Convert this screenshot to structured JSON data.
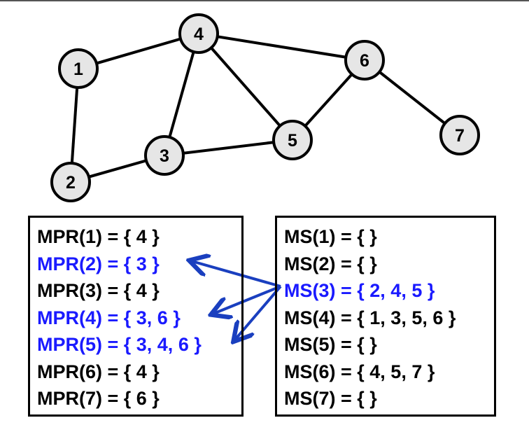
{
  "colors": {
    "node_fill": "#e6e6e6",
    "stroke": "#000000",
    "highlight_text": "#1a1aff",
    "arrow": "#1a3fbf"
  },
  "graph": {
    "nodes": [
      {
        "id": "1",
        "label": "1"
      },
      {
        "id": "2",
        "label": "2"
      },
      {
        "id": "3",
        "label": "3"
      },
      {
        "id": "4",
        "label": "4"
      },
      {
        "id": "5",
        "label": "5"
      },
      {
        "id": "6",
        "label": "6"
      },
      {
        "id": "7",
        "label": "7"
      }
    ],
    "edges": [
      [
        "1",
        "4"
      ],
      [
        "1",
        "2"
      ],
      [
        "2",
        "3"
      ],
      [
        "3",
        "4"
      ],
      [
        "3",
        "5"
      ],
      [
        "4",
        "5"
      ],
      [
        "4",
        "6"
      ],
      [
        "5",
        "6"
      ],
      [
        "6",
        "7"
      ]
    ]
  },
  "mpr_box": {
    "lines": [
      {
        "text": "MPR(1) = { 4 }",
        "highlight": false
      },
      {
        "text": "MPR(2) = { 3 }",
        "highlight": true
      },
      {
        "text": "MPR(3) = { 4 }",
        "highlight": false
      },
      {
        "text": "MPR(4) = { 3, 6 }",
        "highlight": true
      },
      {
        "text": "MPR(5) = { 3, 4, 6 }",
        "highlight": true
      },
      {
        "text": "MPR(6) = { 4 }",
        "highlight": false
      },
      {
        "text": "MPR(7) = { 6 }",
        "highlight": false
      }
    ]
  },
  "ms_box": {
    "lines": [
      {
        "text": "MS(1) = { }",
        "highlight": false
      },
      {
        "text": "MS(2) = { }",
        "highlight": false
      },
      {
        "text": "MS(3) = { 2, 4, 5 }",
        "highlight": true
      },
      {
        "text": "MS(4) = { 1, 3, 5, 6 }",
        "highlight": false
      },
      {
        "text": "MS(5) = { }",
        "highlight": false
      },
      {
        "text": "MS(6) = { 4, 5, 7 }",
        "highlight": false
      },
      {
        "text": "MS(7) = { }",
        "highlight": false
      }
    ]
  },
  "arrows": [
    {
      "from": "ms-3",
      "to": "mpr-2"
    },
    {
      "from": "ms-3",
      "to": "mpr-4"
    },
    {
      "from": "ms-3",
      "to": "mpr-5"
    }
  ]
}
